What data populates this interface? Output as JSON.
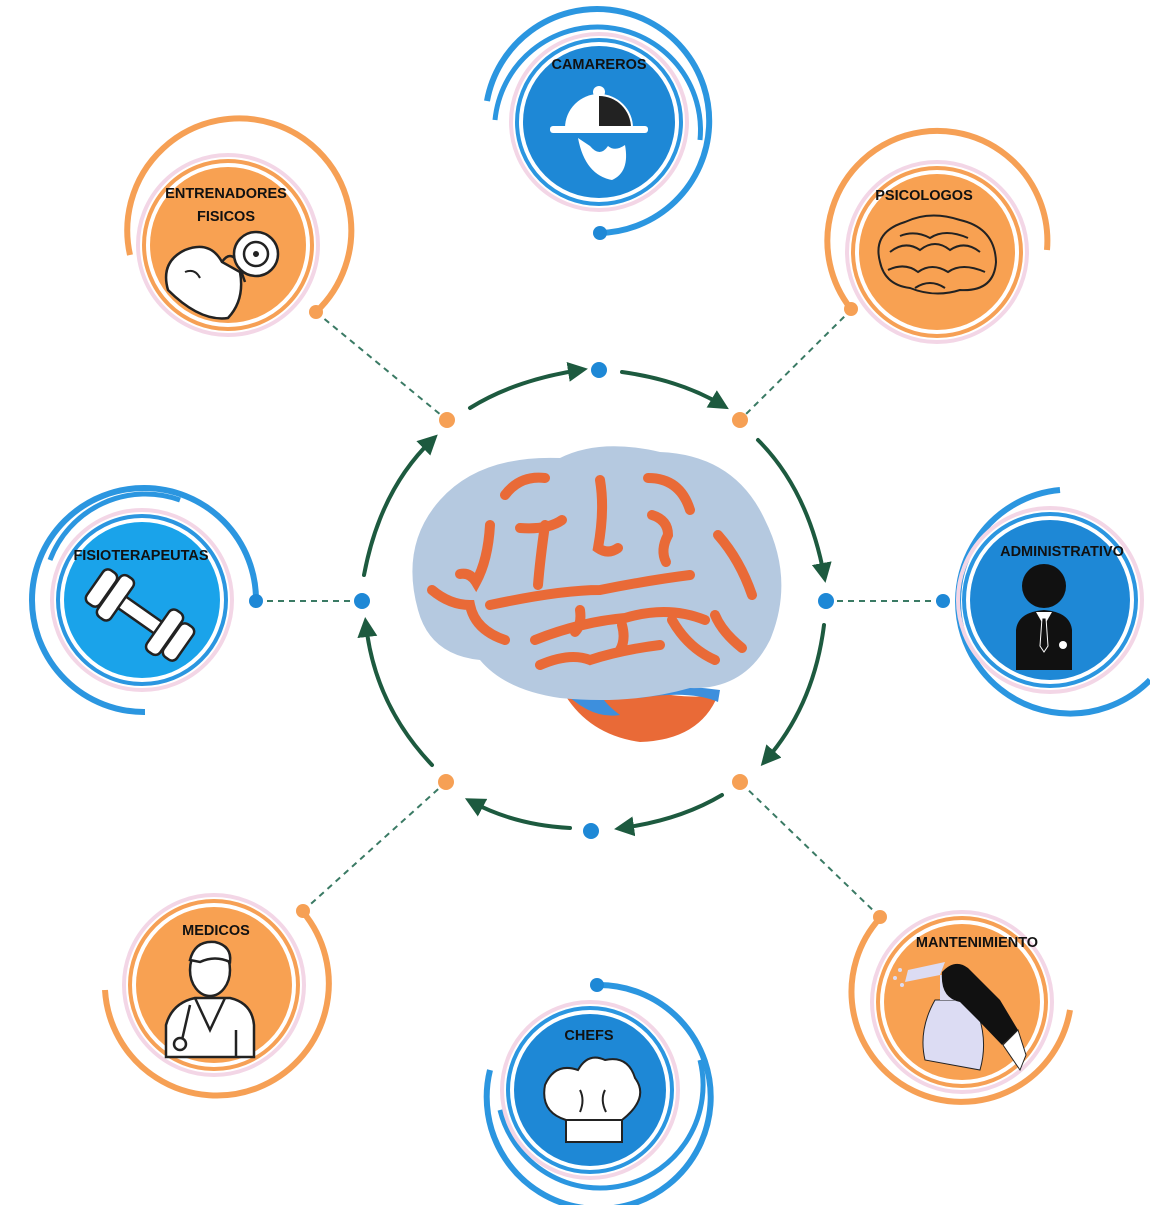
{
  "nodes": [
    {
      "id": "camareros",
      "label": "CAMAREROS",
      "theme": "blue",
      "icon": "waiter-tray-icon"
    },
    {
      "id": "psicologos",
      "label": "PSICOLOGOS",
      "theme": "orange",
      "icon": "brain-icon"
    },
    {
      "id": "administrativo",
      "label": "ADMINISTRATIVO",
      "theme": "blue",
      "icon": "businessman-icon"
    },
    {
      "id": "mantenimiento",
      "label": "MANTENIMIENTO",
      "theme": "orange",
      "icon": "spray-bottle-icon"
    },
    {
      "id": "chefs",
      "label": "CHEFS",
      "theme": "blue",
      "icon": "chef-hat-icon"
    },
    {
      "id": "medicos",
      "label": "MEDICOS",
      "theme": "orange",
      "icon": "doctor-icon"
    },
    {
      "id": "fisioterapeutas",
      "label": "FISIOTERAPEUTAS",
      "theme": "blue",
      "icon": "dumbbell-icon"
    },
    {
      "id": "entrenadores",
      "label_lines": [
        "ENTRENADORES",
        "FISICOS"
      ],
      "theme": "orange",
      "icon": "flexed-arm-icon"
    }
  ],
  "center": {
    "icon": "central-brain-icon"
  },
  "colors": {
    "blue_fill": "#1e88d6",
    "blue_ring": "#2b96e0",
    "orange_fill": "#f8a152",
    "orange_ring": "#f6a055",
    "pink_ring": "#f3d6e6",
    "cycle_arrow": "#1d5a3f",
    "connector": "#3a7a64",
    "brain_body": "#b5c9e0",
    "brain_vein": "#e96a37",
    "brain_stem": "#3d8fdd"
  }
}
